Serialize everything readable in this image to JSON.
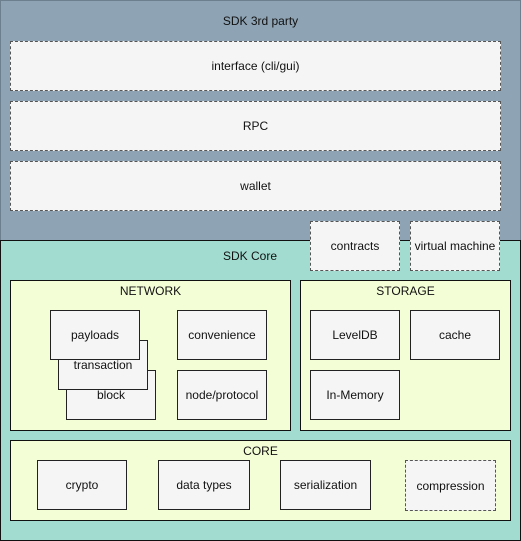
{
  "third_party": {
    "title": "SDK 3rd party",
    "layers": [
      "interface (cli/gui)",
      "RPC",
      "wallet"
    ]
  },
  "plugins": {
    "contracts": "contracts",
    "virtual_machine": "virtual machine"
  },
  "core": {
    "title": "SDK Core",
    "network": {
      "title": "NETWORK",
      "payloads": "payloads",
      "transaction": "transaction",
      "block": "block",
      "convenience": "convenience",
      "node_protocol": "node/protocol"
    },
    "storage": {
      "title": "STORAGE",
      "leveldb": "LevelDB",
      "cache": "cache",
      "in_memory": "In-Memory"
    },
    "core_group": {
      "title": "CORE",
      "crypto": "crypto",
      "data_types": "data types",
      "serialization": "serialization",
      "compression": "compression"
    }
  }
}
